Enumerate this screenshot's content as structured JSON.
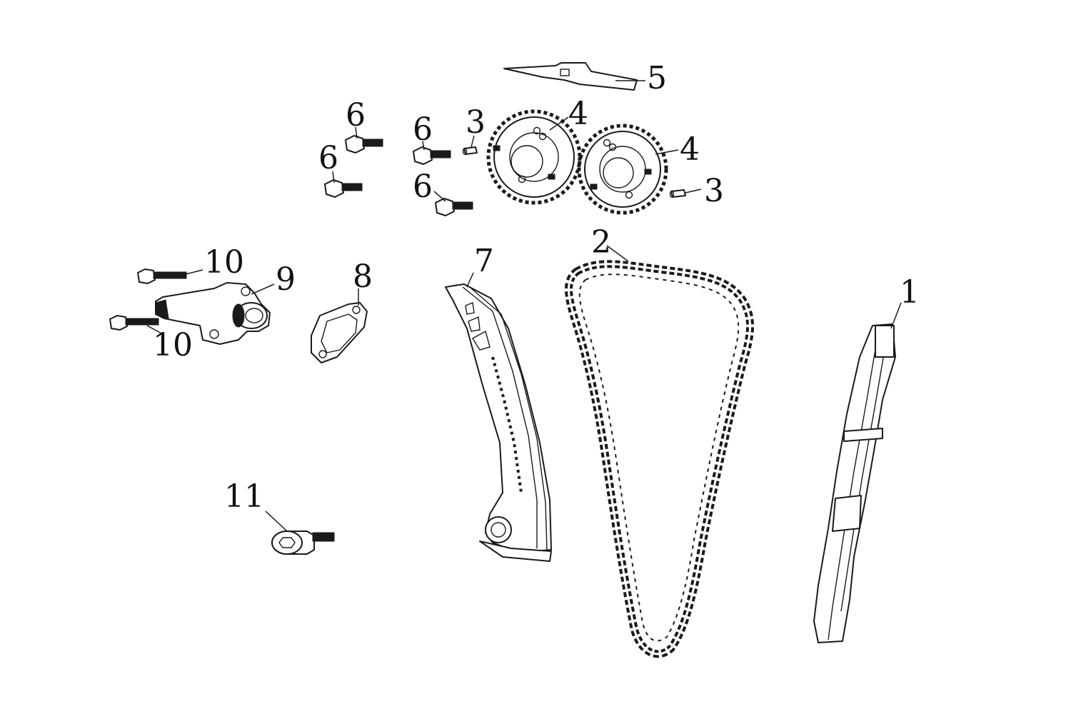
{
  "diagram": {
    "callouts": [
      {
        "id": "c1",
        "label": "1"
      },
      {
        "id": "c2",
        "label": "2"
      },
      {
        "id": "c3a",
        "label": "3"
      },
      {
        "id": "c3b",
        "label": "3"
      },
      {
        "id": "c4a",
        "label": "4"
      },
      {
        "id": "c4b",
        "label": "4"
      },
      {
        "id": "c5",
        "label": "5"
      },
      {
        "id": "c6a",
        "label": "6"
      },
      {
        "id": "c6b",
        "label": "6"
      },
      {
        "id": "c6c",
        "label": "6"
      },
      {
        "id": "c6d",
        "label": "6"
      },
      {
        "id": "c7",
        "label": "7"
      },
      {
        "id": "c8",
        "label": "8"
      },
      {
        "id": "c9",
        "label": "9"
      },
      {
        "id": "c10a",
        "label": "10"
      },
      {
        "id": "c10b",
        "label": "10"
      },
      {
        "id": "c11",
        "label": "11"
      }
    ]
  }
}
